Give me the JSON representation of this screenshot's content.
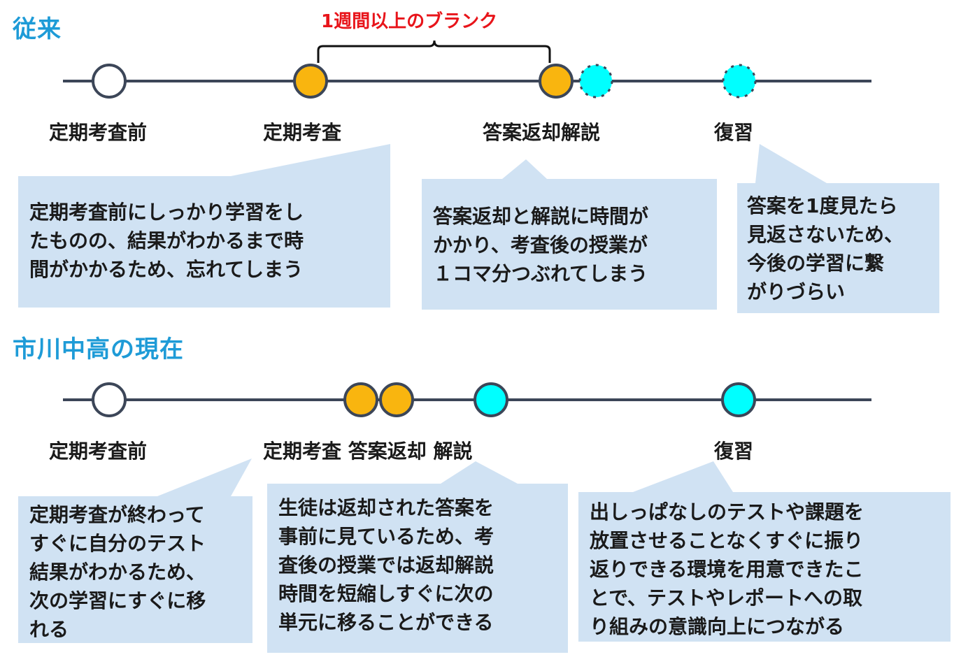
{
  "section1": {
    "title": "従来",
    "blank_label": "1週間以上のブランク",
    "labels": {
      "before_exam": "定期考査前",
      "exam": "定期考査",
      "return_explain": "答案返却解説",
      "review": "復習"
    },
    "callouts": [
      {
        "lines": [
          "定期考査前にしっかり学習をし",
          "たものの、結果がわかるまで時",
          "間がかかるため、忘れてしまう"
        ]
      },
      {
        "lines": [
          "答案返却と解説に時間が",
          "かかり、考査後の授業が",
          "１コマ分つぶれてしまう"
        ]
      },
      {
        "lines": [
          "答案を1度見たら",
          "見返さないため、",
          "今後の学習に繋",
          "がりづらい"
        ]
      }
    ]
  },
  "section2": {
    "title": "市川中高の現在",
    "labels": {
      "before_exam": "定期考査前",
      "exam_return_explain": "定期考査 答案返却 解説",
      "review": "復習"
    },
    "callouts": [
      {
        "lines": [
          "定期考査が終わって",
          "すぐに自分のテスト",
          "結果がわかるため、",
          "次の学習にすぐに移",
          "れる"
        ]
      },
      {
        "lines": [
          "生徒は返却された答案を",
          "事前に見ているため、考",
          "査後の授業では返却解説",
          "時間を短縮しすぐに次の",
          "単元に移ることができる"
        ]
      },
      {
        "lines": [
          "出しっぱなしのテストや課題を",
          "放置させることなくすぐに振り",
          "返りできる環境を用意できたこ",
          "とで、テストやレポートへの取",
          "り組みの意識向上につながる"
        ]
      }
    ]
  },
  "colors": {
    "heading": "#1e9bd7",
    "blank": "#e8141a",
    "exam_dot": "#f9b50f",
    "review_dot": "#00ffff",
    "line": "#3c4658",
    "callout_bg": "#d0e2f3"
  }
}
